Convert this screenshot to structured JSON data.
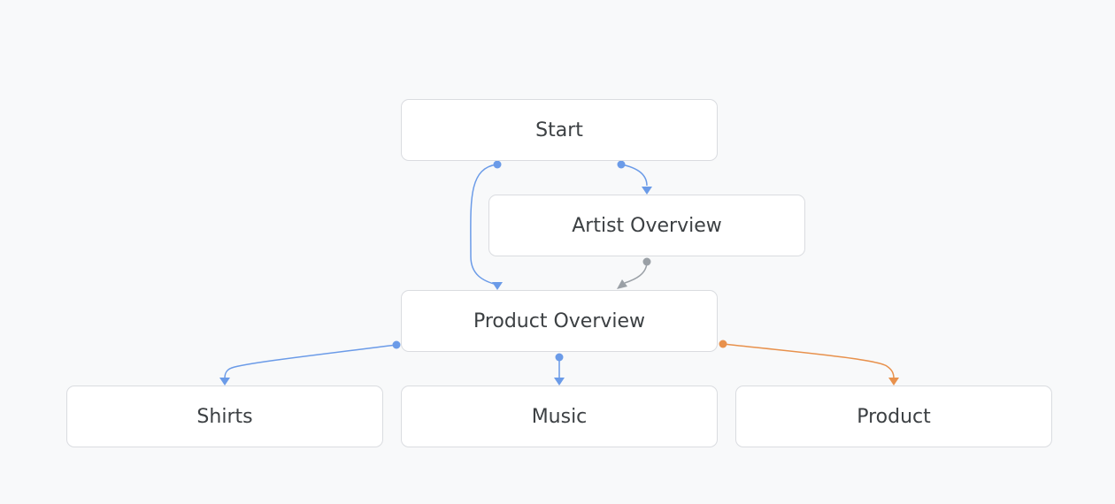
{
  "nodes": {
    "start": "Start",
    "artist_overview": "Artist Overview",
    "product_overview": "Product Overview",
    "shirts": "Shirts",
    "music": "Music",
    "product": "Product"
  },
  "edges": [
    {
      "from": "Start",
      "to": "Product Overview",
      "color": "#6b9be8"
    },
    {
      "from": "Start",
      "to": "Artist Overview",
      "color": "#6b9be8"
    },
    {
      "from": "Artist Overview",
      "to": "Product Overview",
      "color": "#9aa0a6"
    },
    {
      "from": "Product Overview",
      "to": "Shirts",
      "color": "#6b9be8"
    },
    {
      "from": "Product Overview",
      "to": "Music",
      "color": "#6b9be8"
    },
    {
      "from": "Product Overview",
      "to": "Product",
      "color": "#e8914c"
    }
  ],
  "colors": {
    "background": "#f8f9fa",
    "node_fill": "#ffffff",
    "node_border": "#dadce0",
    "node_text": "#3c4043",
    "edge_blue": "#6b9be8",
    "edge_gray": "#9aa0a6",
    "edge_orange": "#e8914c"
  }
}
